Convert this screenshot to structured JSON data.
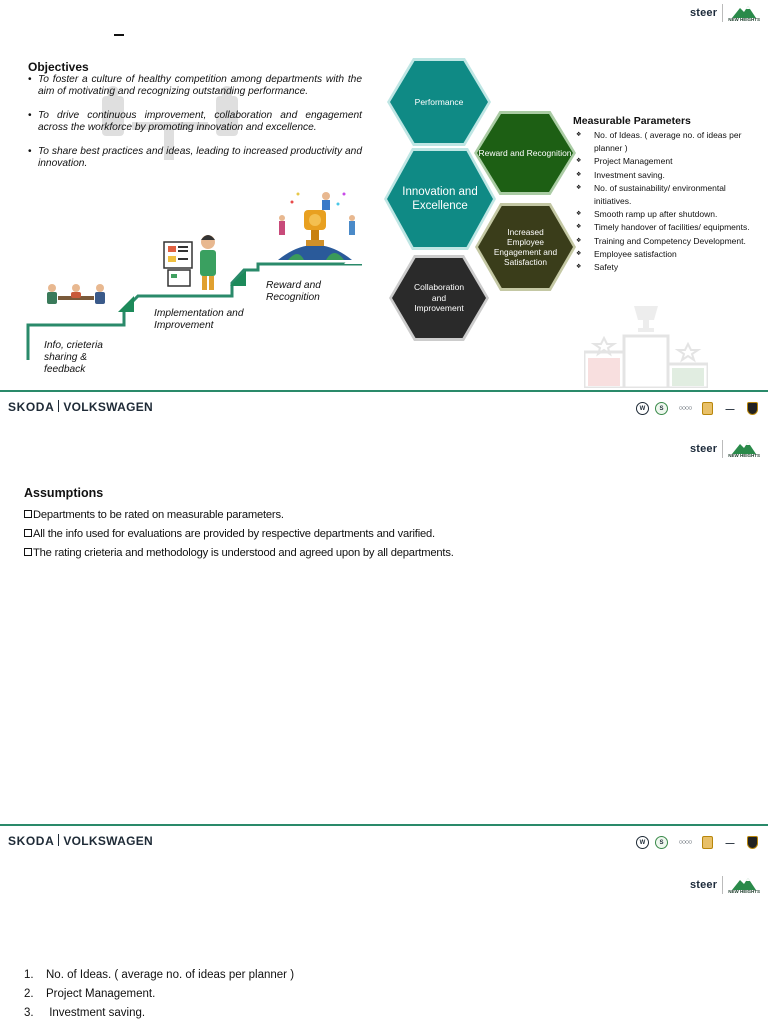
{
  "brand": {
    "steer": "steer",
    "new_heights": "NEW HEIGHTS"
  },
  "footer": {
    "skoda": "SKODA",
    "volkswagen": "VOLKSWAGEN",
    "group_logos": [
      "vw-logo",
      "skoda-logo",
      "audi-logo",
      "porsche-logo",
      "group-logo",
      "lamborghini-logo"
    ]
  },
  "slide1": {
    "objectives_title": "Objectives",
    "objectives": [
      "To foster a culture of healthy competition among departments with the aim of motivating and recognizing outstanding performance.",
      "To drive continuous improvement, collaboration and engagement across the workforce by promoting innovation and excellence.",
      "To share best practices and ideas, leading to increased productivity and innovation."
    ],
    "steps": [
      "Info, crieteria sharing & feedback",
      "Implementation and Improvement",
      "Reward and Recognition"
    ],
    "hexagons": {
      "performance": "Performance",
      "reward": "Reward and Recognition",
      "innovation": "Innovation and Excellence",
      "engagement": "Increased Employee Engagement and Satisfaction",
      "collaboration": "Collaboration and Improvement"
    },
    "measurable_title": "Measurable Parameters",
    "measurable": [
      "No. of Ideas. ( average no. of ideas per planner )",
      "Project Management",
      "Investment saving.",
      "No. of sustainability/ environmental initiatives.",
      "Smooth ramp up after shutdown.",
      "Timely handover of facilities/ equipments.",
      "Training and Competency Development.",
      "Employee satisfaction",
      "Safety"
    ],
    "colors": {
      "teal": "#2a8a6a",
      "dark_green": "#1d5f14",
      "hex_teal": "#0f8a85",
      "olive": "#3a3d1a",
      "charcoal": "#2a2a2a"
    }
  },
  "slide2": {
    "assumptions_title": "Assumptions",
    "assumptions": [
      "Departments to be rated on measurable parameters.",
      "All the info used for evaluations are provided by respective departments and varified.",
      "The rating crieteria and methodology is understood and agreed upon by all departments."
    ]
  },
  "slide3": {
    "items": [
      {
        "num": "1.",
        "text": "No. of Ideas. ( average no. of ideas per planner )"
      },
      {
        "num": "2.",
        "text": "Project Management."
      },
      {
        "num": "3.",
        "text": " Investment saving."
      }
    ]
  }
}
